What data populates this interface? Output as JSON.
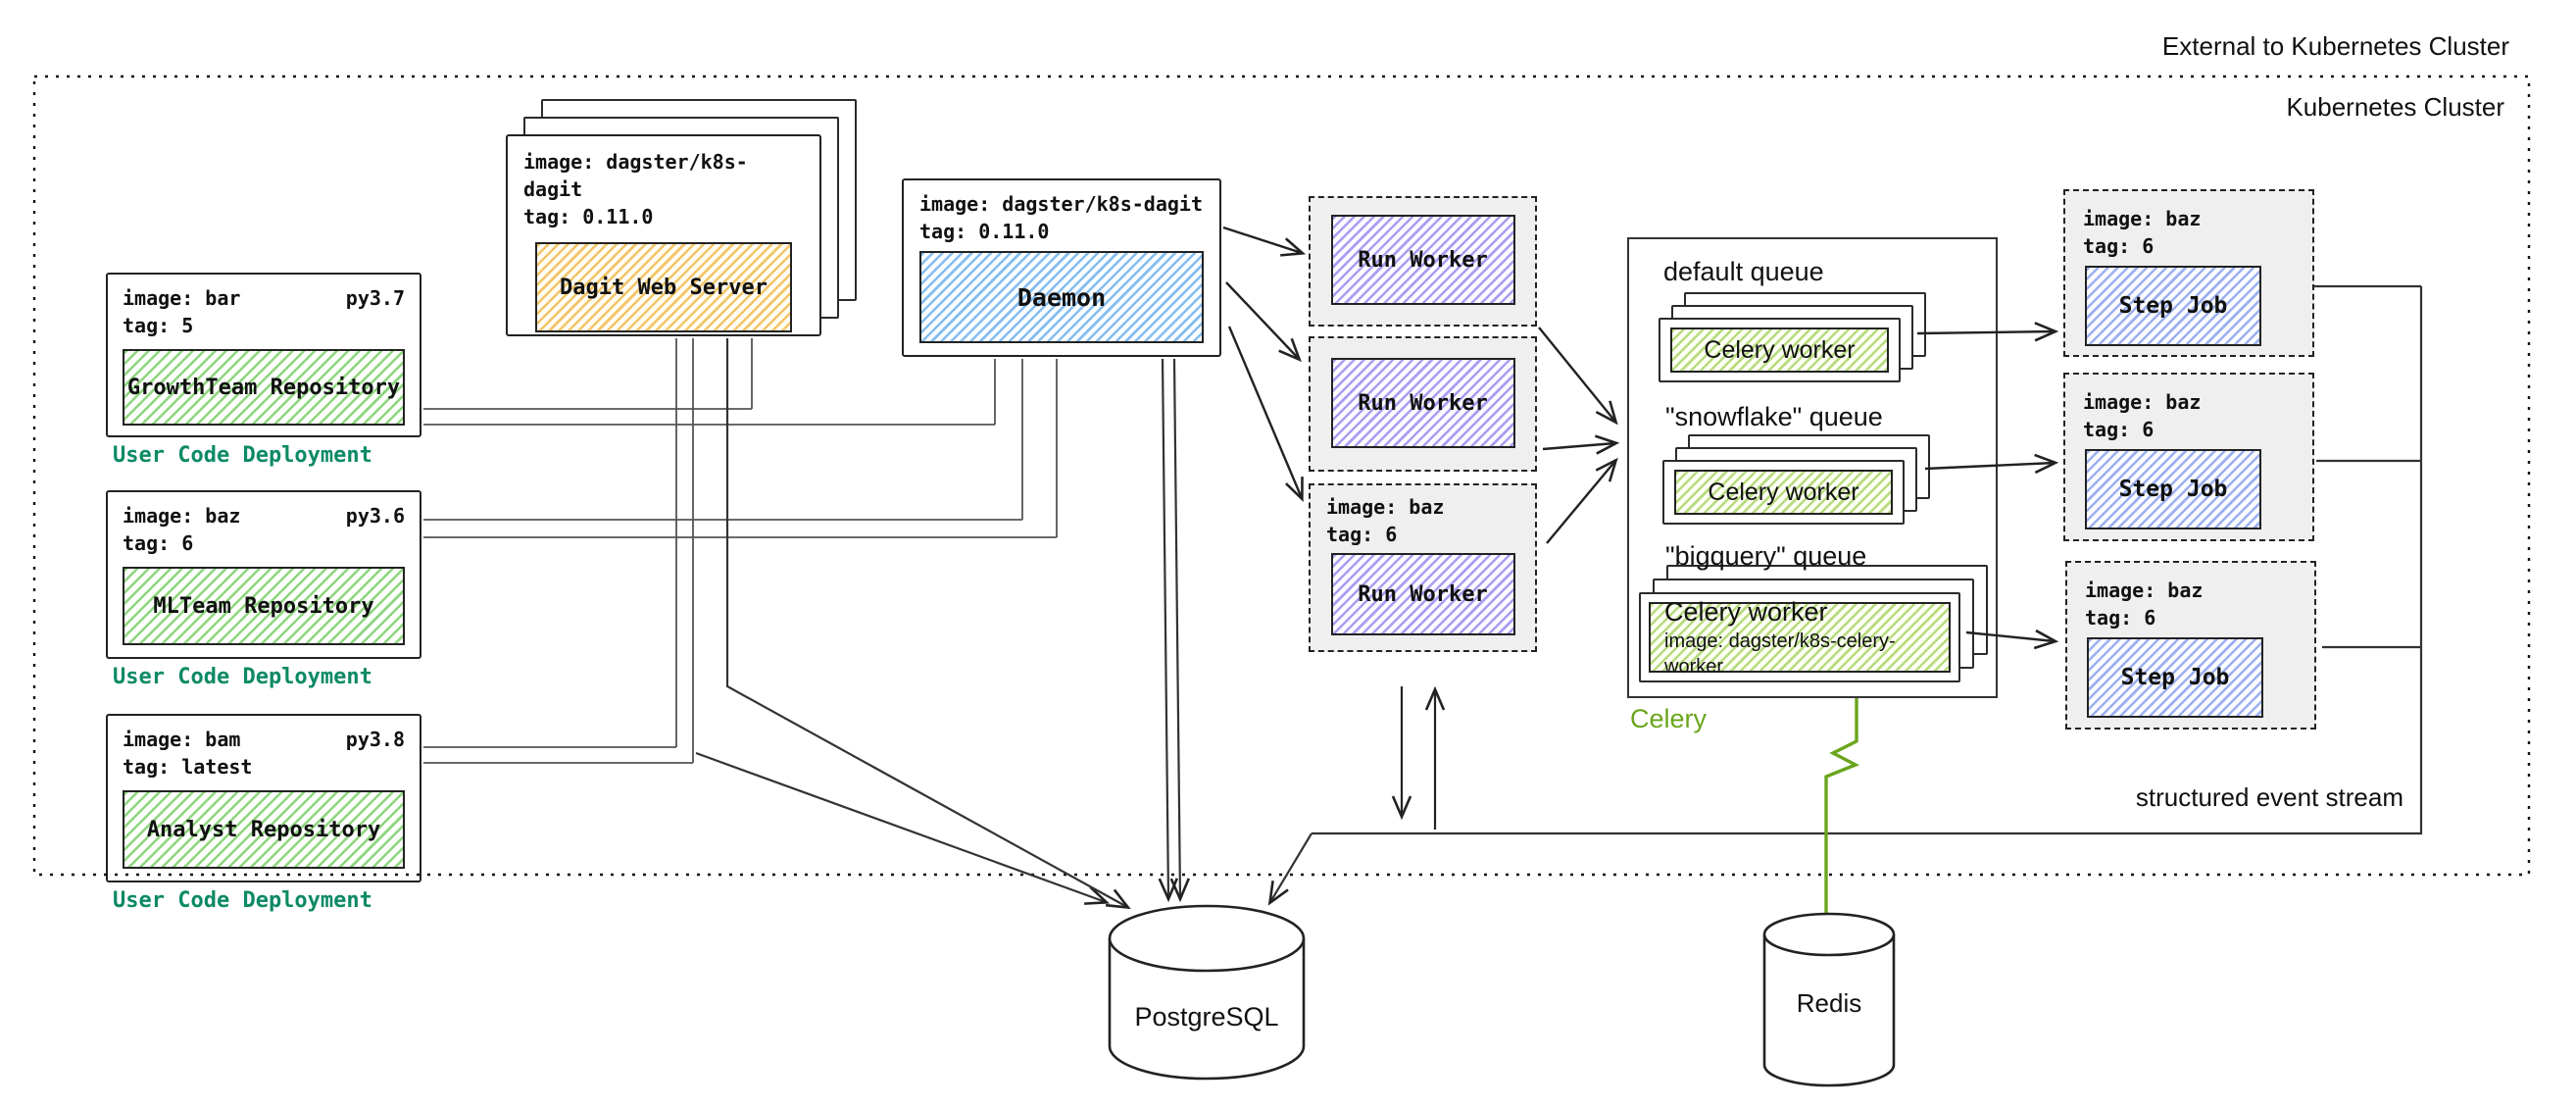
{
  "colors": {
    "repo_hatch": "#8ed67e",
    "dagit_hatch": "#f3c568",
    "daemon_hatch": "#85bdf0",
    "run_worker_hatch": "#ab9df2",
    "step_job_hatch": "#9cb0f0",
    "celery_worker_hatch": "#b8db7e",
    "user_code_caption": "#0d8a65",
    "celery_caption": "#6aa51c",
    "container_fill": "#efefef"
  },
  "cluster": {
    "external_label": "External to Kubernetes Cluster",
    "label": "Kubernetes Cluster"
  },
  "deployments": [
    {
      "image": "image: bar",
      "py": "py3.7",
      "tag": "tag: 5",
      "name": "GrowthTeam Repository",
      "caption": "User Code Deployment"
    },
    {
      "image": "image: baz",
      "py": "py3.6",
      "tag": "tag: 6",
      "name": "MLTeam Repository",
      "caption": "User Code Deployment"
    },
    {
      "image": "image: bam",
      "py": "py3.8",
      "tag": "tag: latest",
      "name": "Analyst Repository",
      "caption": "User Code Deployment"
    }
  ],
  "dagit": {
    "image": "image: dagster/k8s-dagit",
    "tag": "tag: 0.11.0",
    "label": "Dagit Web Server"
  },
  "daemon": {
    "image": "image: dagster/k8s-dagit",
    "tag": "tag: 0.11.0",
    "label": "Daemon"
  },
  "run_workers": [
    {
      "label": "Run Worker"
    },
    {
      "label": "Run Worker"
    },
    {
      "image": "image: baz",
      "tag": "tag: 6",
      "label": "Run Worker"
    }
  ],
  "celery": {
    "caption": "Celery",
    "queues": [
      {
        "label": "default queue",
        "worker_label": "Celery worker"
      },
      {
        "label": "\"snowflake\" queue",
        "worker_label": "Celery worker"
      },
      {
        "label": "\"bigquery\" queue",
        "worker_label": "Celery worker",
        "worker_image": "image: dagster/k8s-celery-worker"
      }
    ]
  },
  "step_jobs": [
    {
      "image": "image: baz",
      "tag": "tag: 6",
      "label": "Step Job"
    },
    {
      "image": "image: baz",
      "tag": "tag: 6",
      "label": "Step Job"
    },
    {
      "image": "image: baz",
      "tag": "tag: 6",
      "label": "Step Job"
    }
  ],
  "databases": {
    "postgres": "PostgreSQL",
    "redis": "Redis"
  },
  "event_stream_label": "structured event stream"
}
